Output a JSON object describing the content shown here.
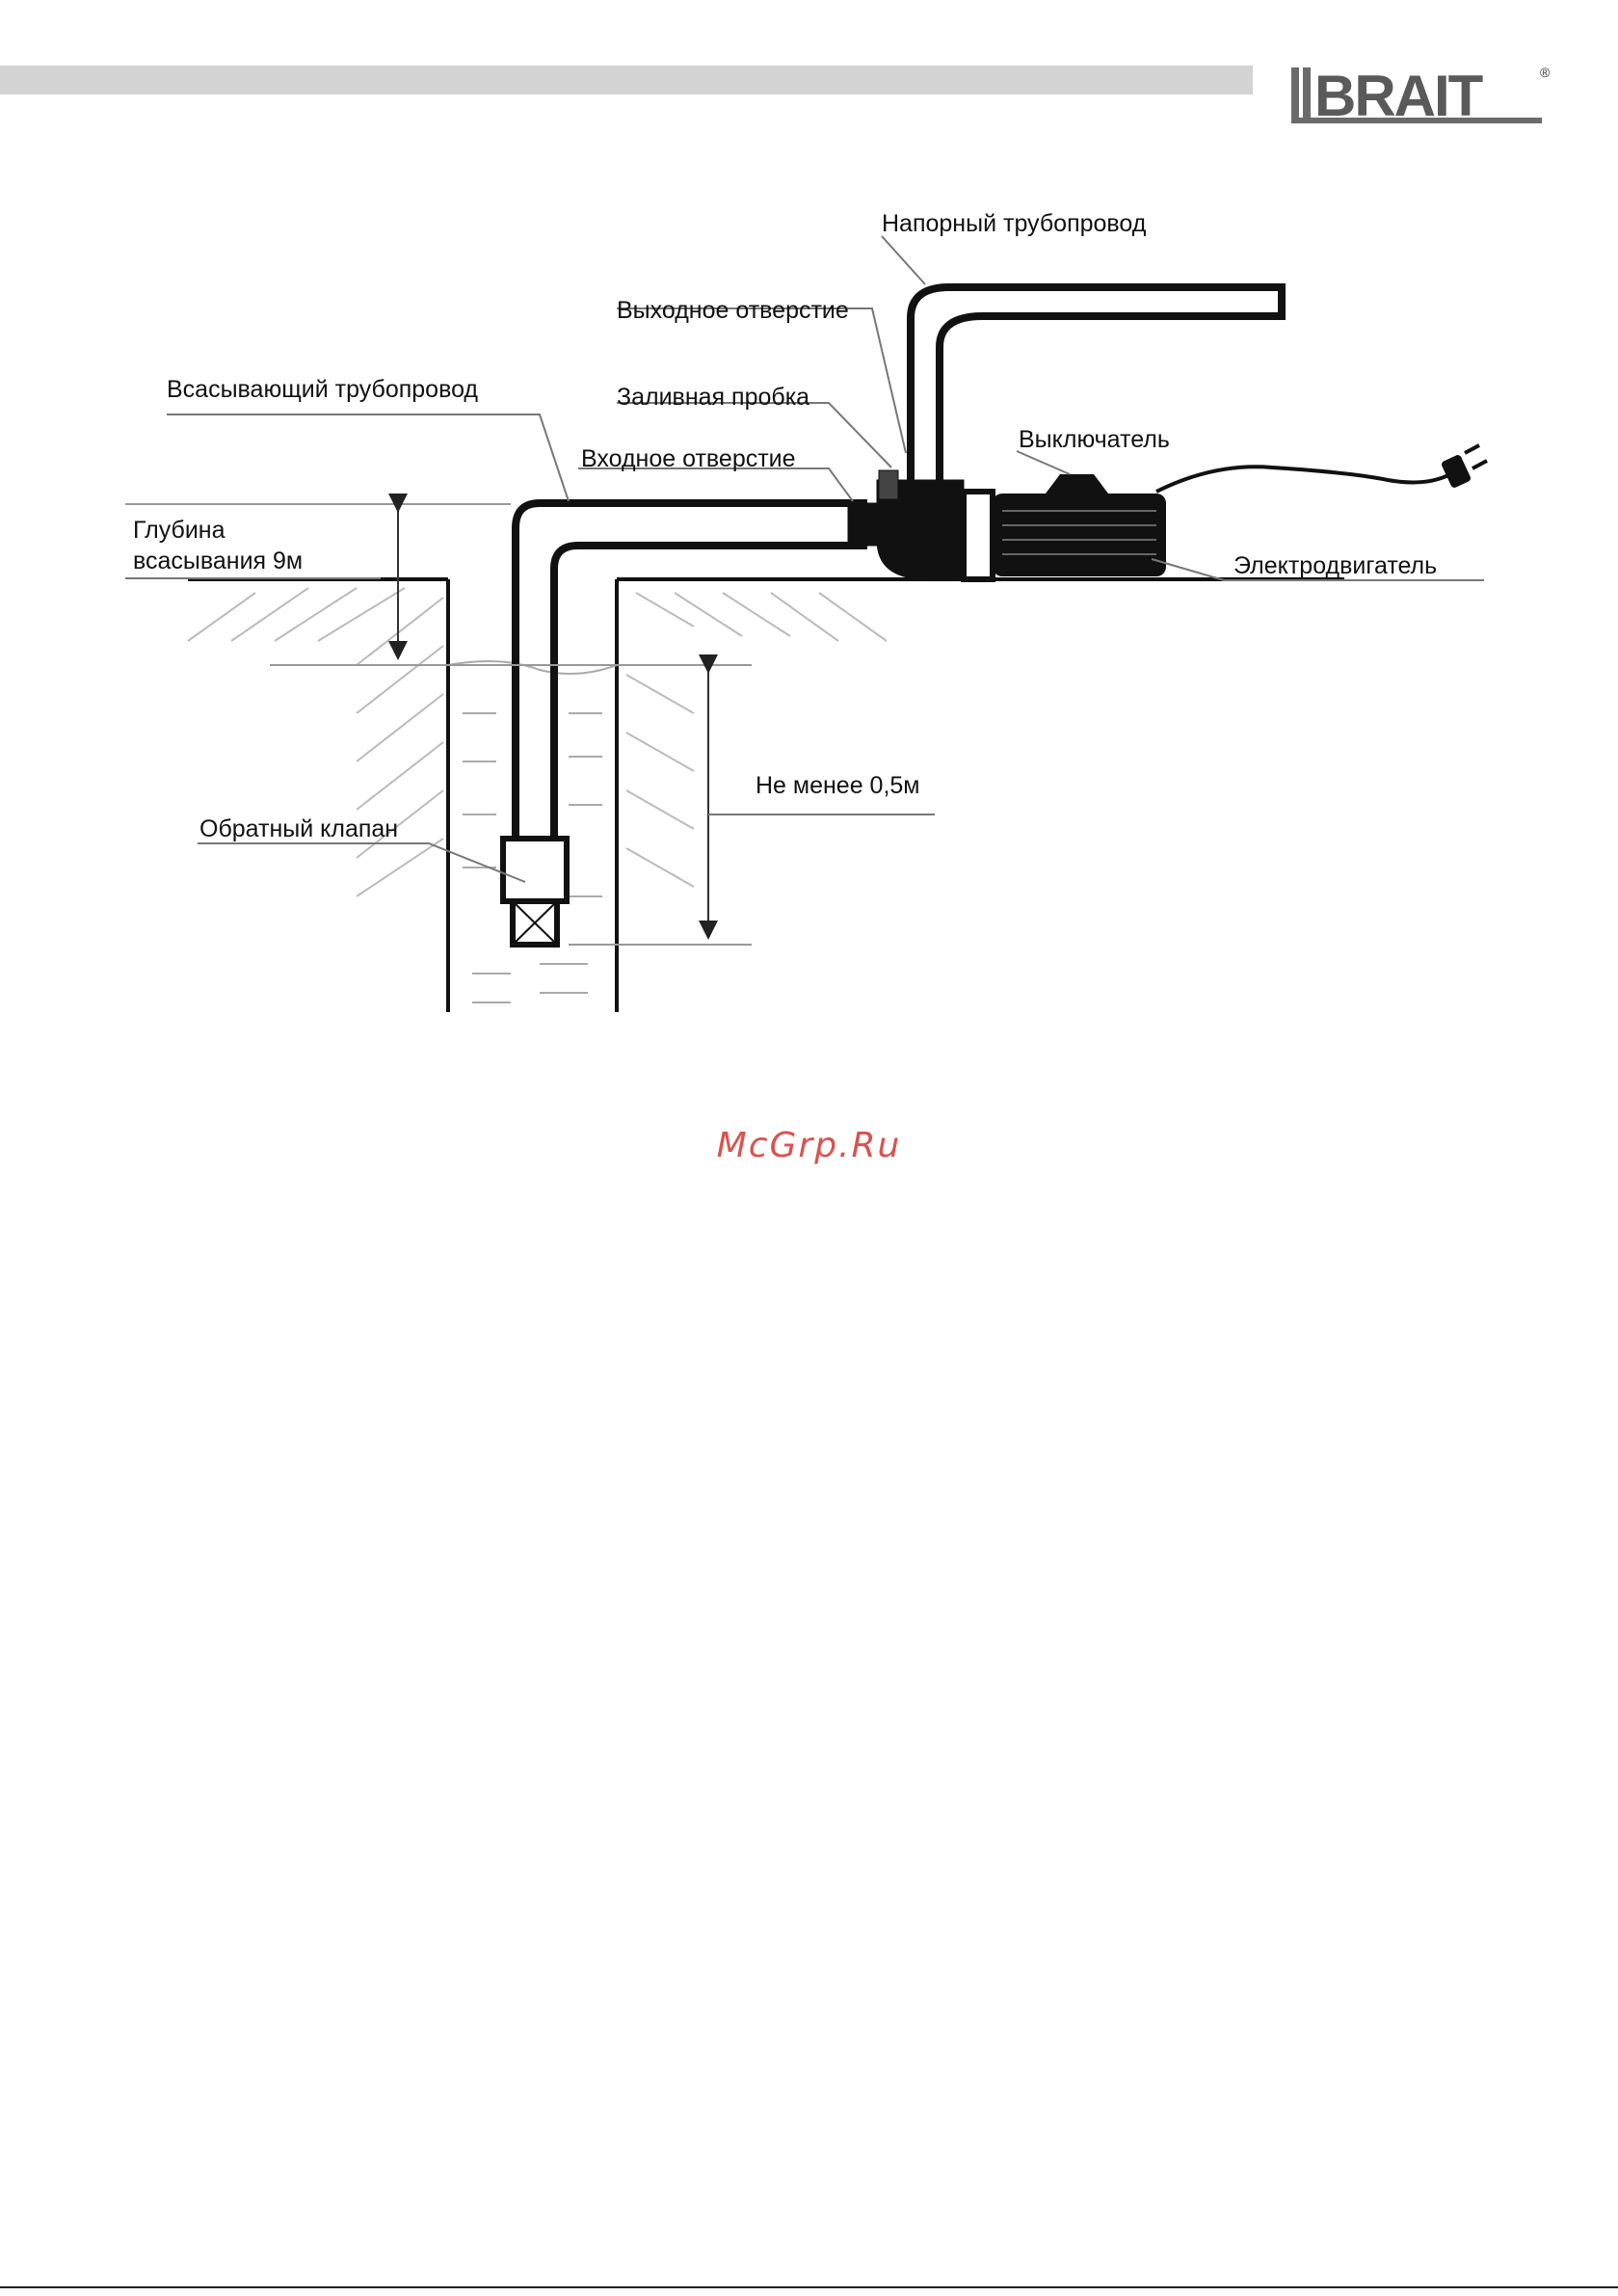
{
  "header": {
    "brand": "BRAIT"
  },
  "diagram": {
    "labels": {
      "pressure_pipe": "Напорный трубопровод",
      "outlet": "Выходное отверстие",
      "suction_pipe": "Всасывающий трубопровод",
      "filling_plug": "Заливная пробка",
      "inlet": "Входное отверстие",
      "switch": "Выключатель",
      "depth_line1": "Глубина",
      "depth_line2": "всасывания 9м",
      "motor": "Электродвигатель",
      "min_depth": "Не менее 0,5м",
      "check_valve": "Обратный клапан"
    }
  },
  "watermark": {
    "text": "McGrp.Ru"
  },
  "colors": {
    "watermark": "#d9534f",
    "header_bar": "#d3d3d3"
  }
}
